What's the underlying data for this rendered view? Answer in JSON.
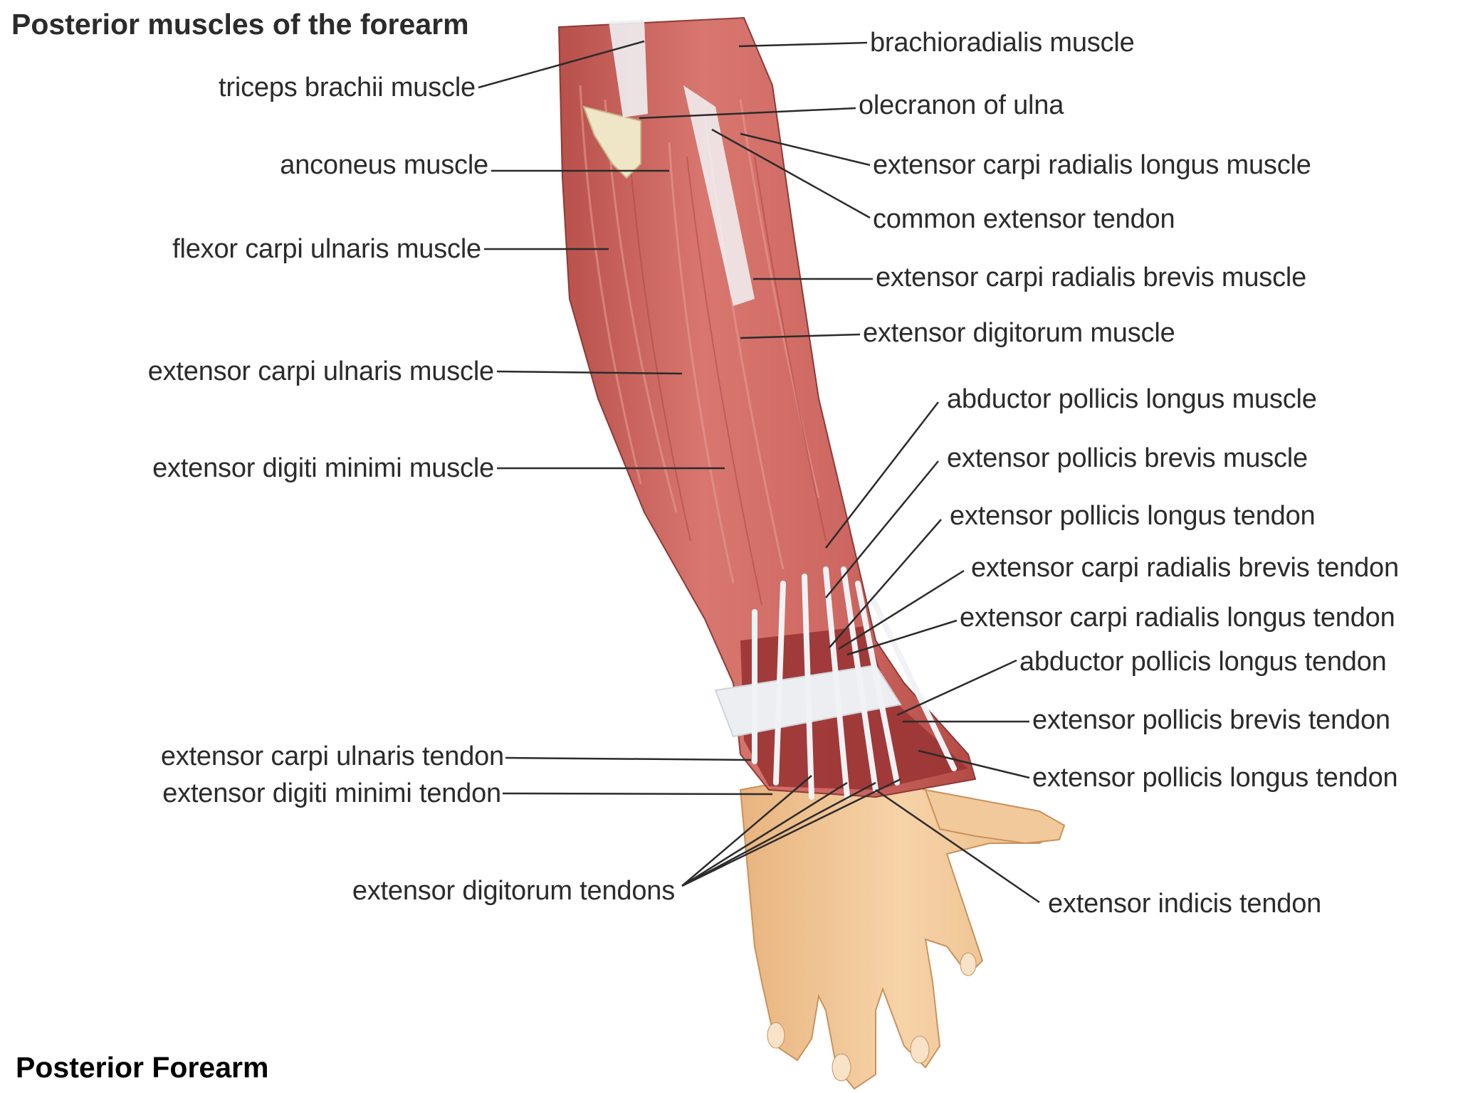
{
  "title": "Posterior muscles of the forearm",
  "footer": "Posterior Forearm",
  "colors": {
    "muscle": "#cf6b64",
    "muscle_dark": "#a8403d",
    "muscle_deep": "#8f2f2f",
    "tendon": "#eef0f3",
    "skin": "#f2c99a",
    "leader": "#2b2b2b"
  },
  "labels_left": [
    "triceps brachii muscle",
    "anconeus muscle",
    "flexor carpi ulnaris muscle",
    "extensor carpi ulnaris muscle",
    "extensor digiti minimi muscle",
    "extensor carpi ulnaris tendon",
    "extensor digiti minimi tendon",
    "extensor digitorum tendons"
  ],
  "labels_right": [
    "brachioradialis muscle",
    "olecranon of ulna",
    "extensor carpi radialis longus muscle",
    "common extensor tendon",
    "extensor carpi radialis brevis muscle",
    "extensor digitorum muscle",
    "abductor pollicis longus muscle",
    "extensor pollicis brevis muscle",
    "extensor pollicis longus tendon",
    "extensor carpi radialis brevis tendon",
    "extensor carpi radialis longus tendon",
    "abductor pollicis longus tendon",
    "extensor pollicis brevis tendon",
    "extensor pollicis longus tendon",
    "extensor indicis tendon"
  ]
}
